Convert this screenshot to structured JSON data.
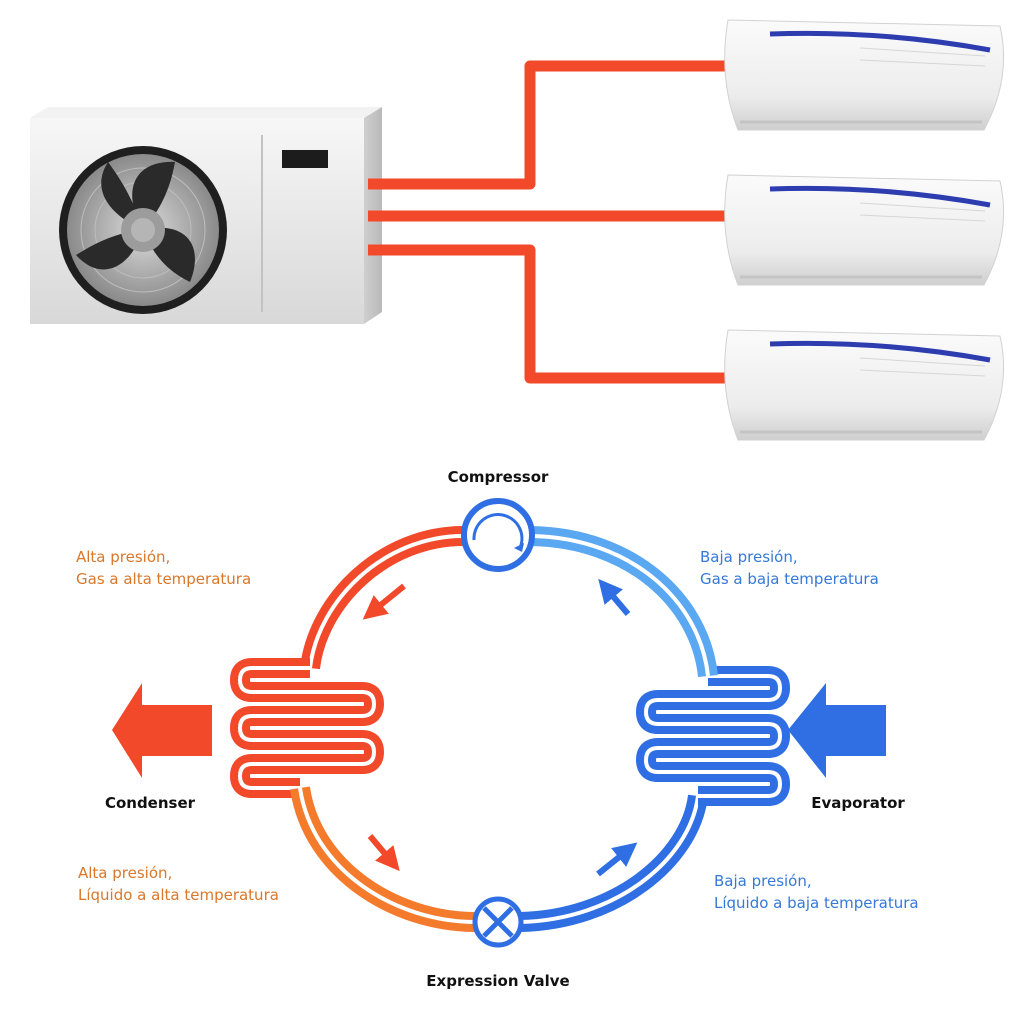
{
  "colors": {
    "hot": "#f2492b",
    "hot_liquid": "#f47a2c",
    "cold": "#2f6fe3",
    "cold_gas": "#5aa7f2",
    "unit_body": "#e7e7e7",
    "label_hot": "#d9772a",
    "label_cold": "#3579d8",
    "label_dark": "#111111"
  },
  "icons": {
    "outdoor_unit": "outdoor-condenser-unit-icon",
    "indoor_units": "wall-split-indoor-unit-icon",
    "compressor": "compressor-rotation-icon",
    "valve": "expansion-valve-x-icon",
    "heat_out": "heat-out-arrow-icon",
    "heat_in": "heat-in-arrow-icon"
  },
  "labels": {
    "compressor": "Compressor",
    "condenser": "Condenser",
    "evaporator": "Evaporator",
    "valve": "Expression Valve",
    "hot_gas": [
      "Alta presión,",
      "Gas a alta temperatura"
    ],
    "hot_liquid": [
      "Alta presión,",
      "Líquido a alta temperatura"
    ],
    "cold_gas": [
      "Baja presión,",
      "Gas a baja temperatura"
    ],
    "cold_liquid": [
      "Baja presión,",
      "Líquido a baja temperatura"
    ]
  }
}
